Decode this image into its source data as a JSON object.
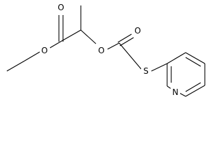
{
  "structure": {
    "atoms": {
      "carbonyl_oxygen": "O",
      "ester_oxygen": "O",
      "ether_oxygen": "O",
      "carbonate_oxygen": "O",
      "sulfur": "S",
      "pyridine_nitrogen": "N"
    }
  },
  "colors": {
    "bond": "#000000",
    "label": "#000000",
    "background": "#ffffff"
  }
}
